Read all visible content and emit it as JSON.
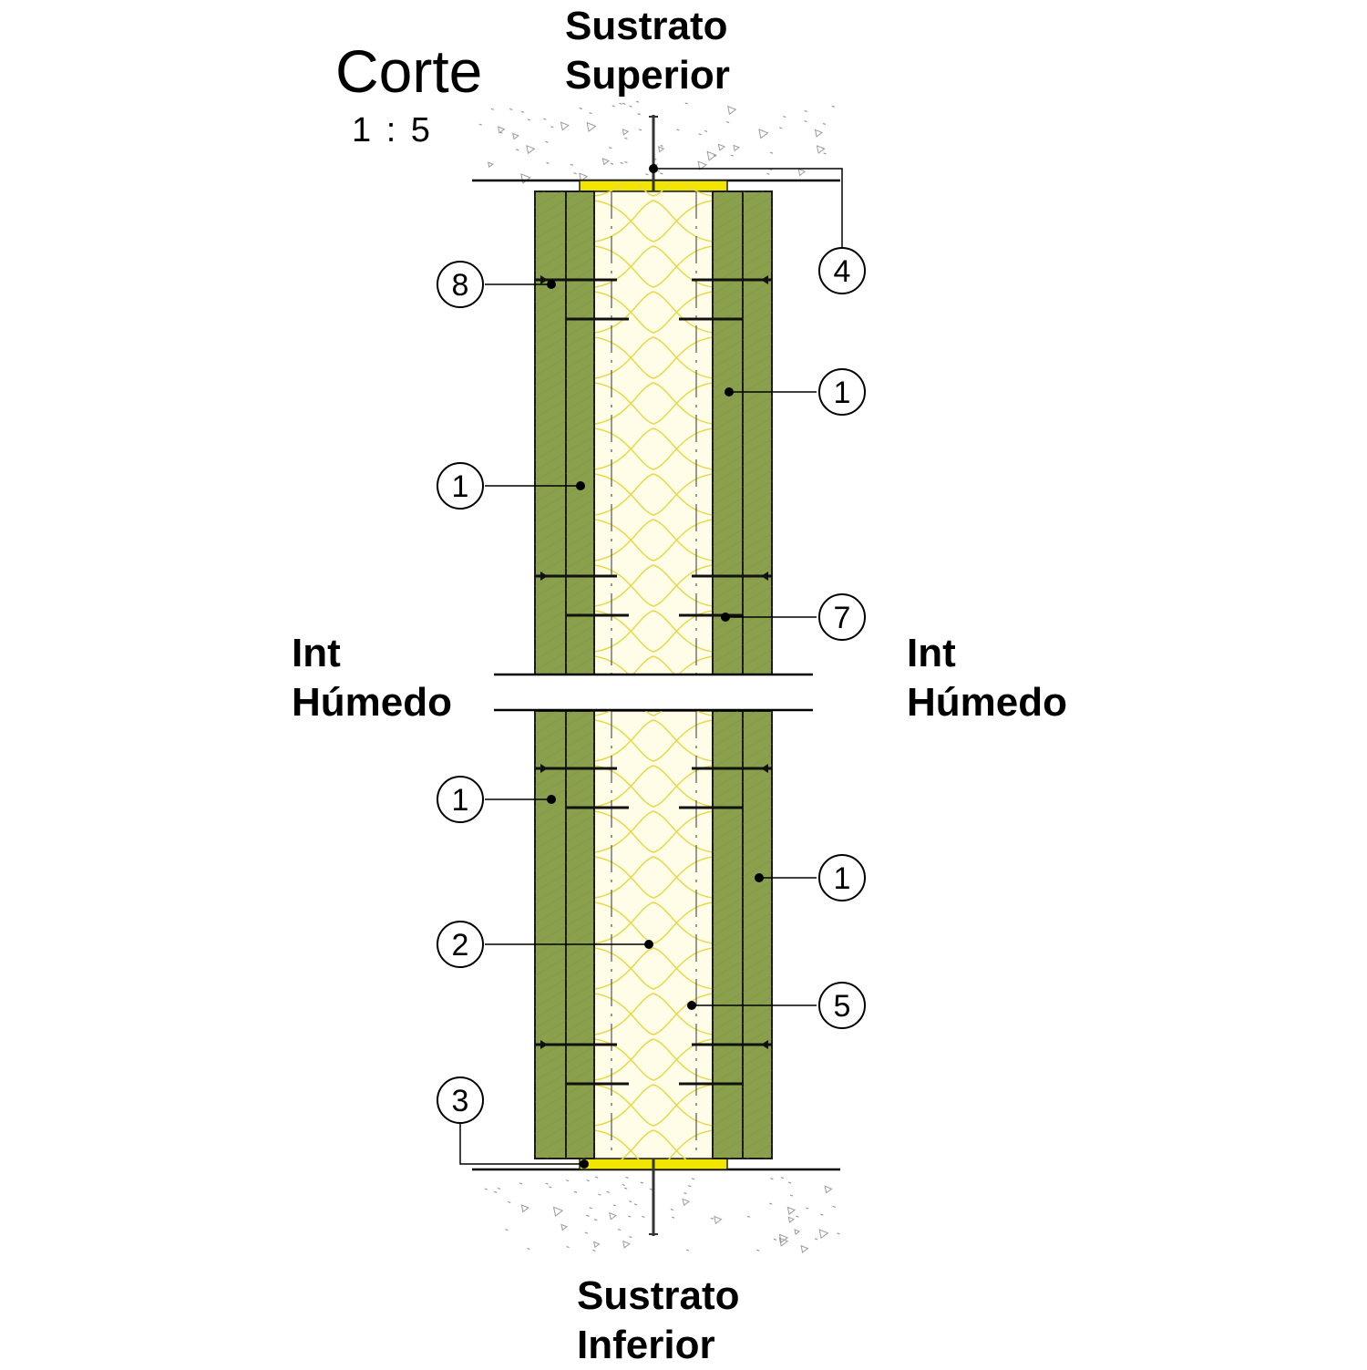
{
  "title": "Corte",
  "scale": "1 : 5",
  "labels": {
    "top_substrate_line1": "Sustrato",
    "top_substrate_line2": "Superior",
    "bottom_substrate_line1": "Sustrato",
    "bottom_substrate_line2": "Inferior",
    "left_side_line1": "Int",
    "left_side_line2": "Húmedo",
    "right_side_line1": "Int",
    "right_side_line2": "Húmedo"
  },
  "callouts": [
    {
      "id": "c4",
      "number": "4"
    },
    {
      "id": "c8",
      "number": "8"
    },
    {
      "id": "c1a",
      "number": "1"
    },
    {
      "id": "c1b",
      "number": "1"
    },
    {
      "id": "c7",
      "number": "7"
    },
    {
      "id": "c1c",
      "number": "1"
    },
    {
      "id": "c1d",
      "number": "1"
    },
    {
      "id": "c2",
      "number": "2"
    },
    {
      "id": "c5",
      "number": "5"
    },
    {
      "id": "c3",
      "number": "3"
    }
  ],
  "colors": {
    "board": "#8aa04c",
    "board_outline": "#1a1a1a",
    "insulation": "#fffde8",
    "insulation_lines": "#e8d84a",
    "track": "#f2e600",
    "substrate_marks": "#9a9a9a"
  }
}
